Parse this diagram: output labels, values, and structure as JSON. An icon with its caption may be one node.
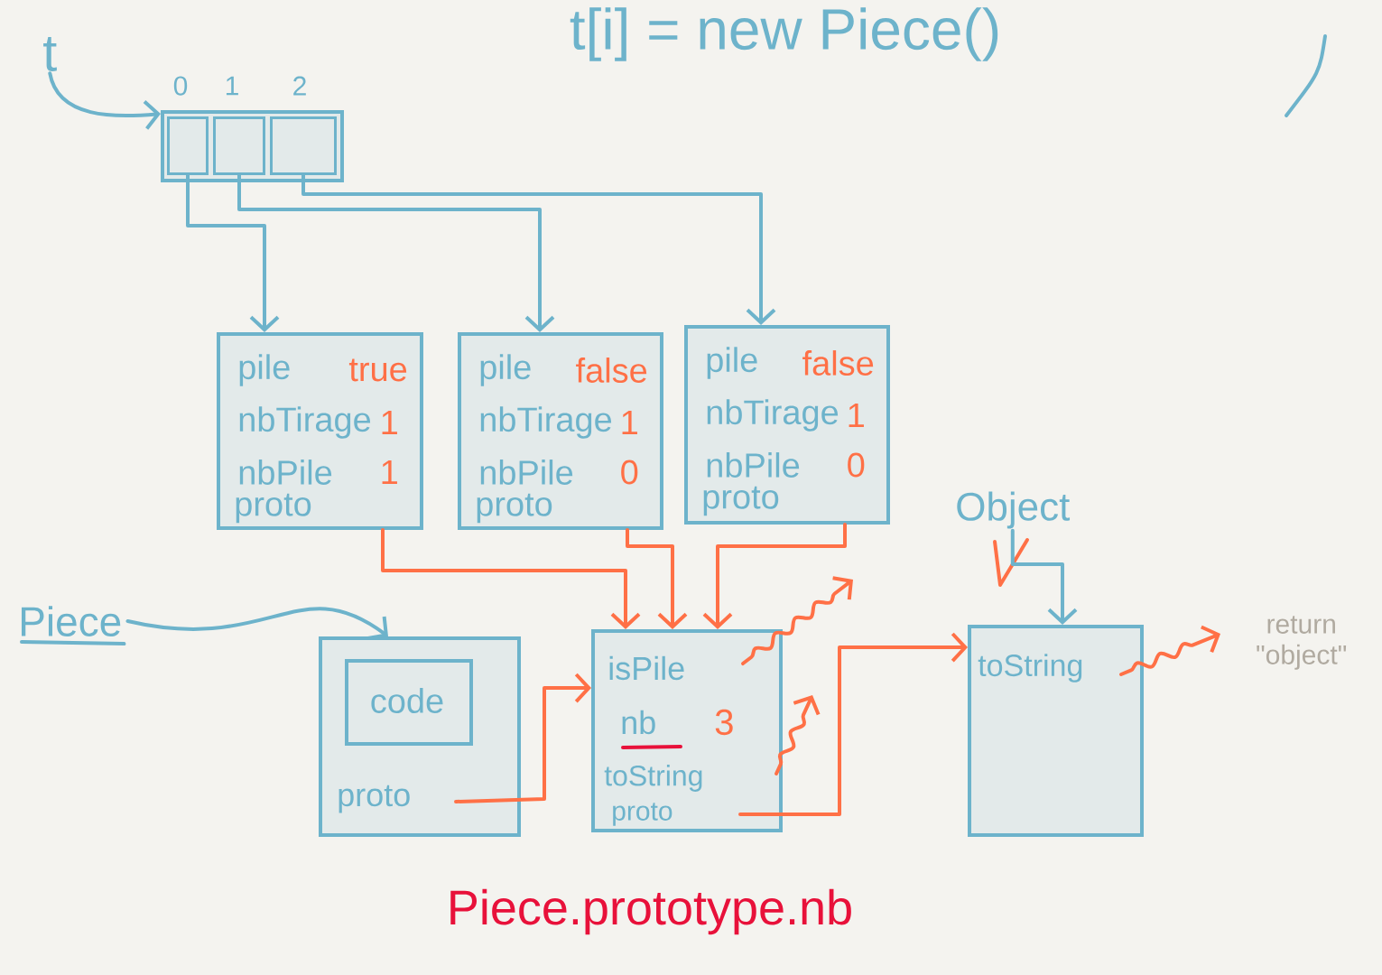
{
  "diagram": {
    "nodes": [
      {
        "text": [
          "t"
        ]
      },
      {
        "text": [],
        "shape": "box"
      },
      {
        "text": [],
        "shape": "box",
        "in": 1,
        "beside": [
          "0"
        ]
      },
      {
        "text": [],
        "shape": "box",
        "in": 1,
        "beside": [
          "1"
        ]
      },
      {
        "text": [],
        "shape": "box",
        "in": 1,
        "beside": [
          "2"
        ]
      },
      {
        "text": [
          "pile",
          "true",
          "nbTirage",
          "1",
          "nbPile",
          "1",
          "proto"
        ]
      },
      {
        "text": [
          "pile",
          "false",
          "nbTirage",
          "1",
          "nbPile",
          "0",
          "proto"
        ]
      },
      {
        "text": [
          "pile",
          "false",
          "nbTirage",
          "1",
          "nbPile",
          "0",
          "proto"
        ]
      },
      {
        "text": [
          "Piece"
        ]
      },
      {
        "text": [
          "proto"
        ]
      },
      {
        "text": [
          "code"
        ],
        "in": 9
      },
      {
        "text": [
          "isPile",
          "nb",
          "3",
          "toString",
          "proto"
        ]
      },
      {
        "text": [
          "Object"
        ]
      },
      {
        "text": [
          "toString"
        ]
      },
      {
        "text": [
          "return \"object\""
        ]
      }
    ],
    "edges": [
      {
        "from": 0,
        "to": 1,
        "arrow": "to",
        "color": "#6db3cb"
      },
      {
        "from": 2,
        "to": 5,
        "arrow": "to",
        "color": "#6db3cb"
      },
      {
        "from": 3,
        "to": 6,
        "arrow": "to",
        "color": "#6db3cb"
      },
      {
        "from": 4,
        "to": 7,
        "arrow": "to",
        "color": "#6db3cb"
      },
      {
        "from": 5,
        "to": 11,
        "arrow": "to"
      },
      {
        "from": 6,
        "to": 11,
        "arrow": "to"
      },
      {
        "from": 7,
        "to": 11,
        "arrow": "to"
      },
      {
        "from": 8,
        "to": 9,
        "arrow": "to",
        "color": "#6db3cb"
      },
      {
        "from": 9,
        "to": 11,
        "arrow": "to"
      },
      {
        "from": 11,
        "to": null,
        "arrow": "to"
      },
      {
        "from": 11,
        "to": null,
        "arrow": "to"
      },
      {
        "from": 11,
        "to": 13,
        "arrow": "to"
      },
      {
        "from": 12,
        "to": 13,
        "arrow": "to",
        "color": "#6db3cb"
      },
      {
        "from": 13,
        "to": 14,
        "arrow": "to"
      }
    ],
    "labels": [
      "t[i] = new Piece()",
      "Piece.prototype.nb"
    ]
  }
}
